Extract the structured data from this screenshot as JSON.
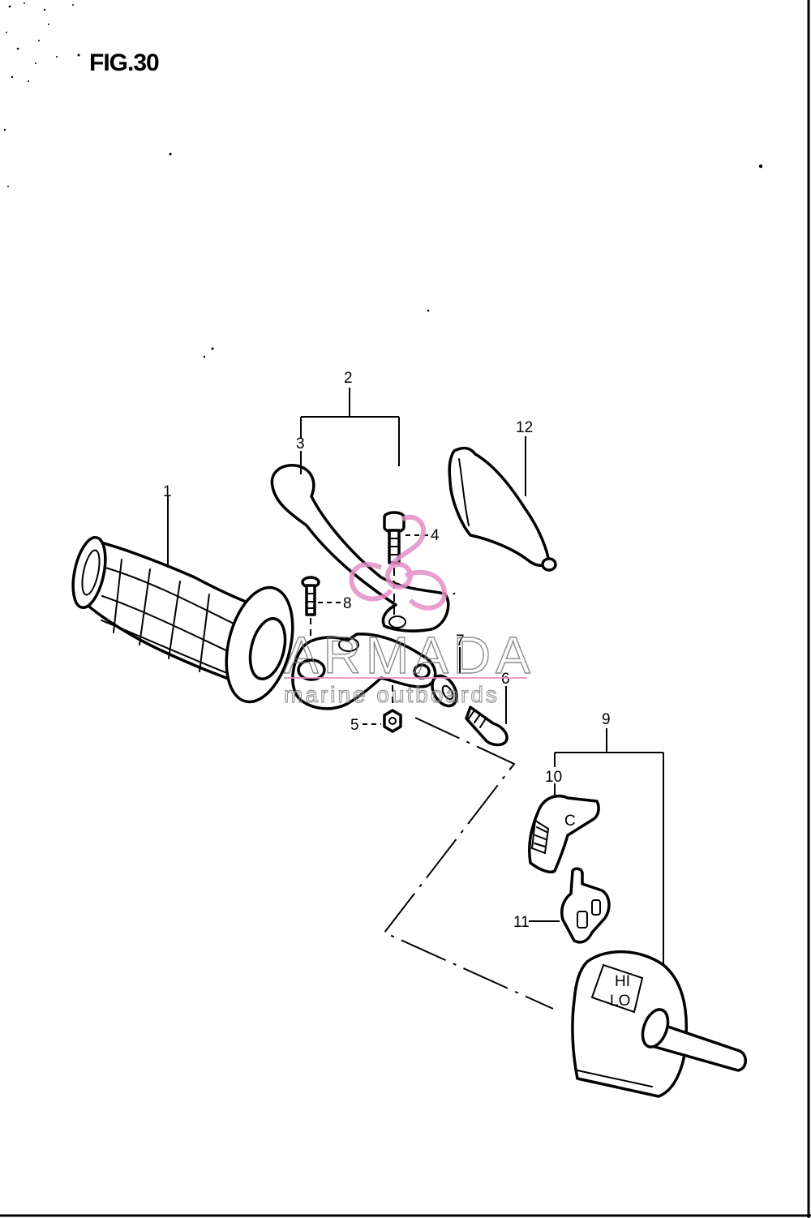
{
  "figure": {
    "title": "FIG.30"
  },
  "callouts": [
    {
      "id": "1",
      "label": "1"
    },
    {
      "id": "2",
      "label": "2"
    },
    {
      "id": "3",
      "label": "3"
    },
    {
      "id": "4",
      "label": "4"
    },
    {
      "id": "5",
      "label": "5"
    },
    {
      "id": "6",
      "label": "6"
    },
    {
      "id": "7",
      "label": "7"
    },
    {
      "id": "8",
      "label": "8"
    },
    {
      "id": "9",
      "label": "9"
    },
    {
      "id": "10",
      "label": "10"
    },
    {
      "id": "11",
      "label": "11"
    },
    {
      "id": "12",
      "label": "12"
    }
  ],
  "switch_markings": {
    "hi": "HI",
    "lo": "LO",
    "c": "C"
  },
  "watermark": {
    "brand": "ARMADA",
    "tagline": "marine outboards",
    "color": "#e58fc8"
  }
}
